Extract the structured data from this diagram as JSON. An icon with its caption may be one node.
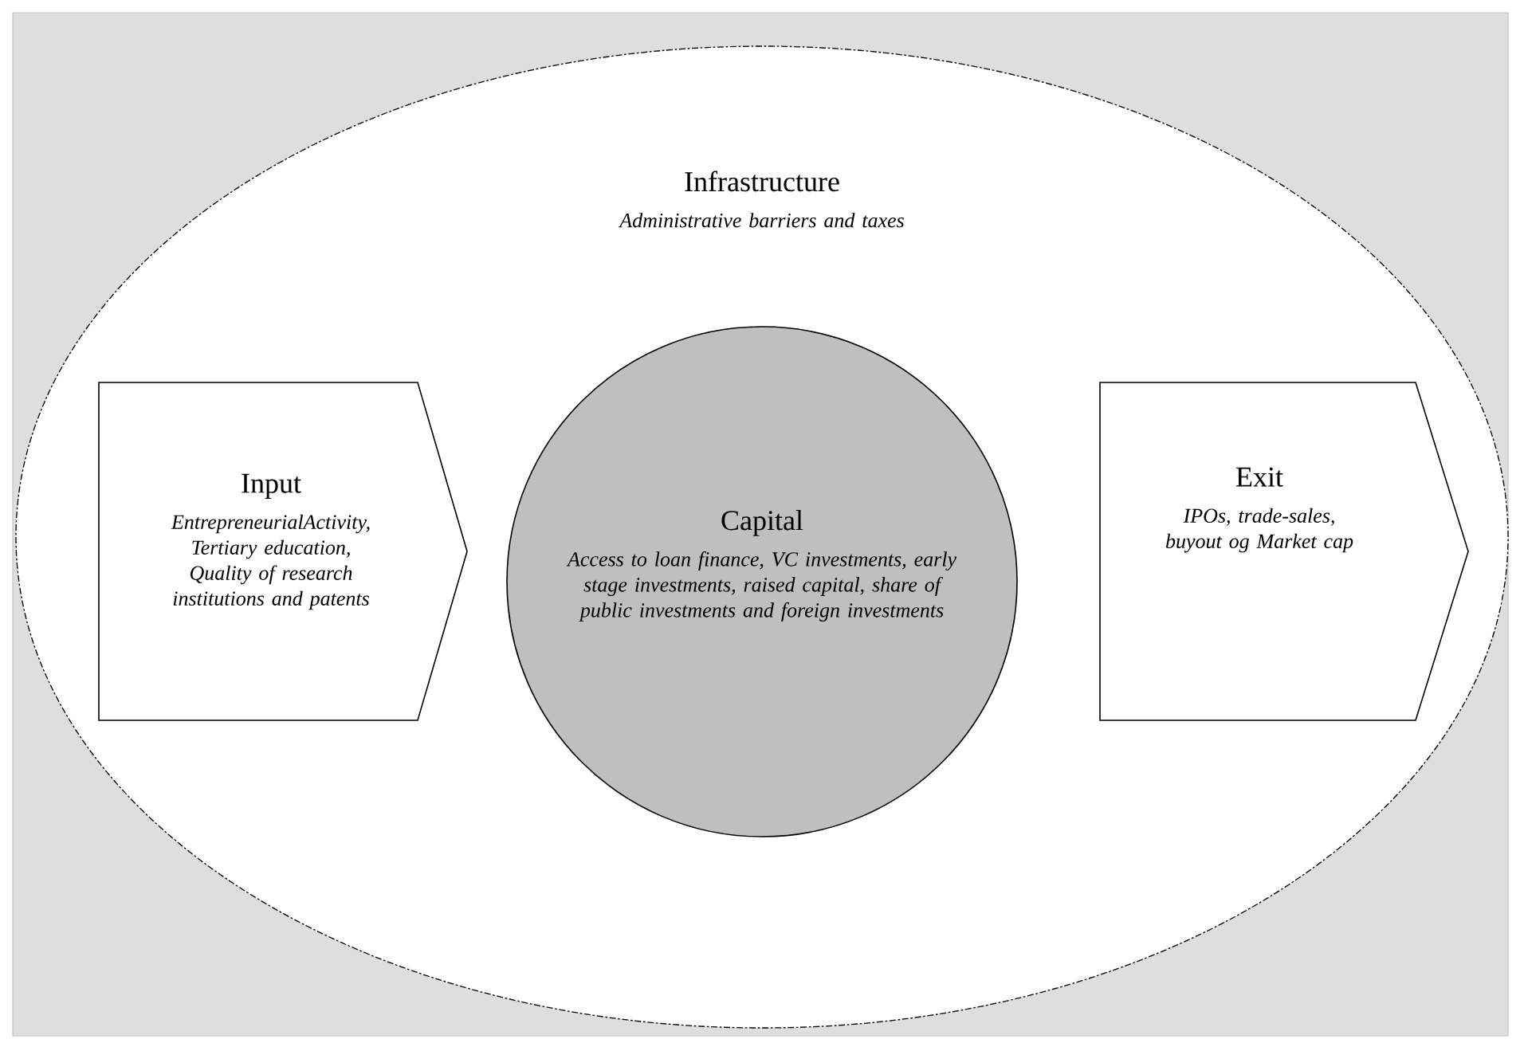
{
  "diagram": {
    "nodes": [
      {
        "text": [
          "Infrastructure",
          "Administrative barriers and taxes"
        ]
      },
      {
        "text": [
          "Input",
          "EntrepreneurialActivity, Tertiary education, Quality of research institutions and patents"
        ],
        "in": 0
      },
      {
        "text": [
          "Capital",
          "Access to loan finance, VC investments, early stage investments, raised capital, share of public investments and foreign investments"
        ],
        "in": 0
      },
      {
        "text": [
          "Exit",
          "IPOs, trade-sales, buyout og Market cap"
        ],
        "in": 0
      }
    ]
  }
}
